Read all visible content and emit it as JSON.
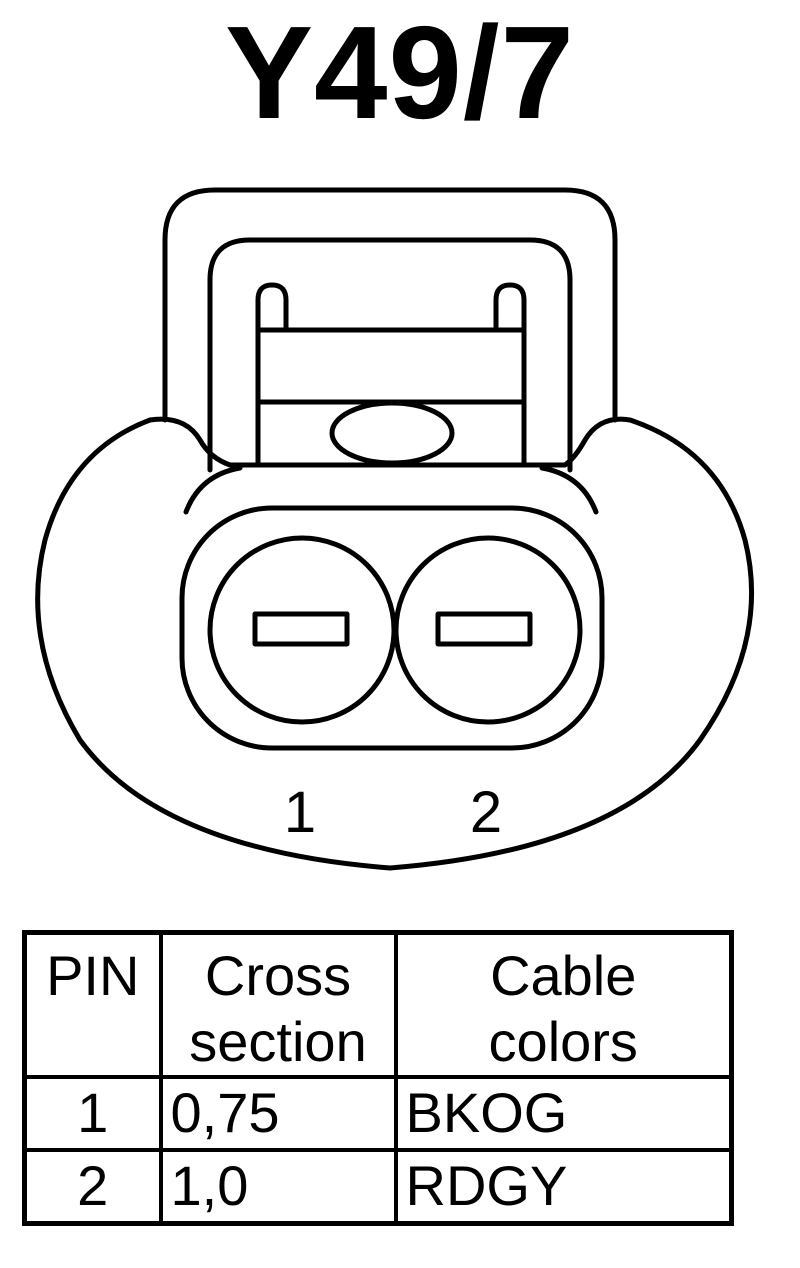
{
  "title": "Y49/7",
  "connector": {
    "pin_labels": [
      "1",
      "2"
    ]
  },
  "table": {
    "headers": {
      "pin": "PIN",
      "cross_line1": "Cross",
      "cross_line2": "section",
      "cable_line1": "Cable",
      "cable_line2": "colors"
    },
    "rows": [
      {
        "pin": "1",
        "cross_section": "0,75",
        "cable_color": "BKOG"
      },
      {
        "pin": "2",
        "cross_section": "1,0",
        "cable_color": "RDGY"
      }
    ]
  }
}
